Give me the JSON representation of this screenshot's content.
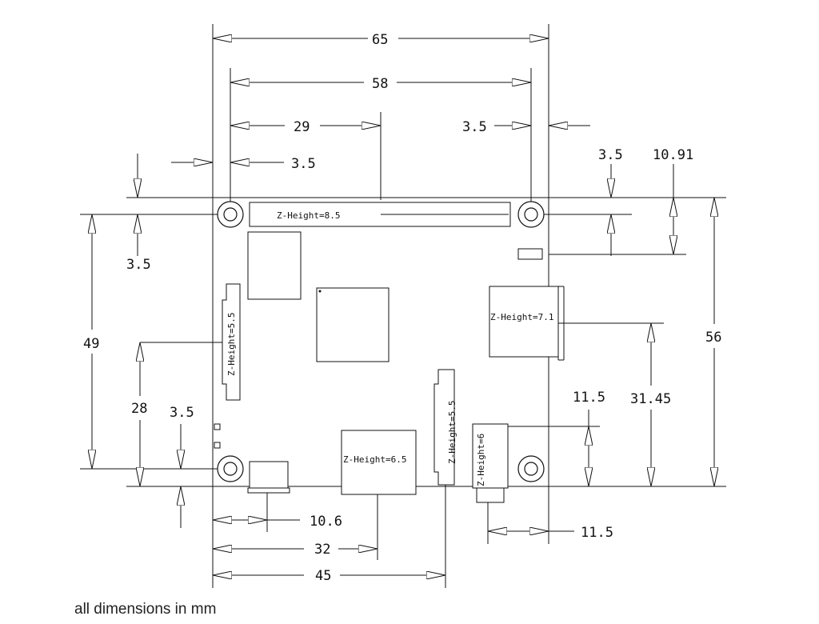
{
  "caption": "all dimensions in mm",
  "dimensions": {
    "board_width": "65",
    "hole_span_x": "58",
    "connector_x": "29",
    "hole_offset_right": "3.5",
    "hole_offset_left": "3.5",
    "hole_offset_top": "3.5",
    "top_to_usb": "10.91",
    "hole_offset_top_left": "3.5",
    "hole_span_y": "49",
    "board_height": "56",
    "camera_y": "28",
    "hole_offset_bottom": "3.5",
    "usb_y": "31.45",
    "hdmi_y": "11.5",
    "power_x": "10.6",
    "hdmi_x": "32",
    "display_x": "45",
    "audio_x": "11.5"
  },
  "components": {
    "gpio": "Z-Height=8.5",
    "display": "Z-Height=5.5",
    "usb": "Z-Height=7.1",
    "hdmi": "Z-Height=6.5",
    "camera": "Z-Height=5.5",
    "audio": "Z-Height=6"
  }
}
